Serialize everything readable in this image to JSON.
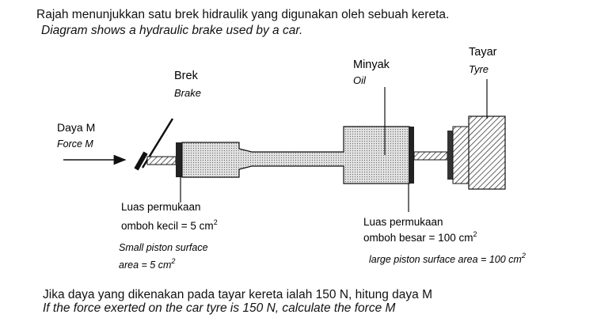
{
  "question": {
    "line_ms": "Rajah menunjukkan satu brek hidraulik yang digunakan oleh sebuah kereta.",
    "line_en": "Diagram shows a hydraulic brake used by a car."
  },
  "labels": {
    "force_ms": "Daya M",
    "force_en": "Force M",
    "brake_ms": "Brek",
    "brake_en": "Brake",
    "oil_ms": "Minyak",
    "oil_en": "Oil",
    "tyre_ms": "Tayar",
    "tyre_en": "Tyre",
    "small_ms_1": "Luas permukaan",
    "small_ms_2_pre": "omboh kecil = 5 cm",
    "small_en_1": "Small piston surface",
    "small_en_2_pre": "area  = 5 cm",
    "large_ms_1": "Luas permukaan",
    "large_ms_2_pre": "omboh besar = 100 cm",
    "large_en_pre": "large piston surface area = 100 cm",
    "superscript": "2"
  },
  "bottom": {
    "line_ms": "Jika daya yang dikenakan pada tayar kereta ialah 150 N, hitung daya M",
    "line_en": "If the force exerted on the car tyre is 150 N, calculate the force M"
  },
  "colors": {
    "ink": "#111111",
    "oil_fill": "#d9d9d9",
    "tyre_fill": "#e6e6e6"
  }
}
